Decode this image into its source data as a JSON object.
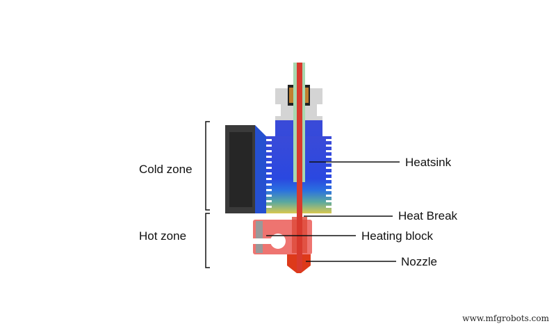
{
  "zones": {
    "cold": "Cold zone",
    "hot": "Hot zone"
  },
  "labels": {
    "heatsink": "Heatsink",
    "heat_break": "Heat Break",
    "heating_block": "Heating block",
    "nozzle": "Nozzle"
  },
  "watermark": "www.mfgrobots.com",
  "colors": {
    "filament": "#d83a2e",
    "ptfe": "#a8d8b0",
    "heatsink_cold": "#2a3fd0",
    "heatsink_warm": "#d8c850",
    "block": "#ee7470",
    "fan": "#333333"
  }
}
